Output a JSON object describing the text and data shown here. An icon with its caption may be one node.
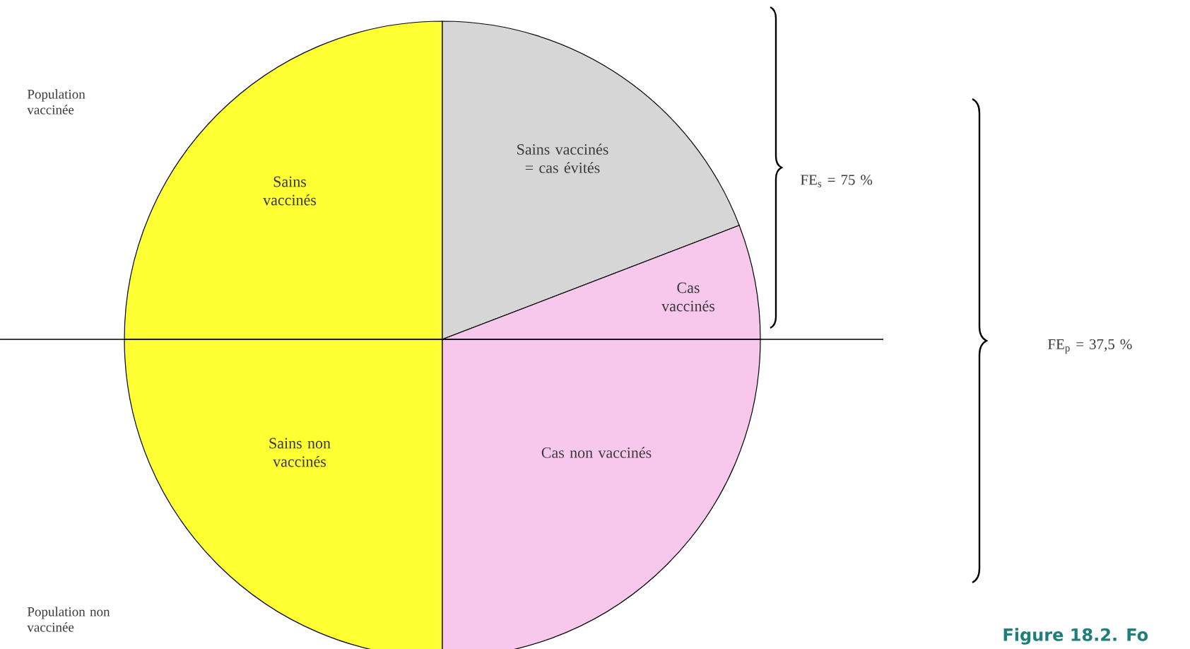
{
  "diagram": {
    "caption": "Figure 18.2. Fo",
    "nodes": [
      {
        "text": [
          "Sains vaccinés"
        ]
      },
      {
        "text": [
          "Sains vaccinés = cas évités"
        ]
      },
      {
        "text": [
          "Cas vaccinés"
        ]
      },
      {
        "text": [
          "Sains non vaccinés"
        ]
      },
      {
        "text": [
          "Cas non vaccinés"
        ]
      }
    ],
    "labels": [
      "Population vaccinée",
      "FE$_{s}$ = 75 %",
      "FE$_{p}$ = 37,5 %",
      "Population non vaccinée"
    ]
  }
}
